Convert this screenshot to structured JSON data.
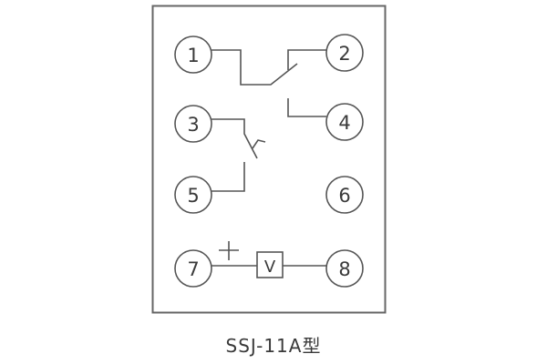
{
  "diagram": {
    "title": "SSJ-11A型",
    "terminals": [
      {
        "id": "1",
        "label": "1"
      },
      {
        "id": "2",
        "label": "2"
      },
      {
        "id": "3",
        "label": "3"
      },
      {
        "id": "4",
        "label": "4"
      },
      {
        "id": "5",
        "label": "5"
      },
      {
        "id": "6",
        "label": "6"
      },
      {
        "id": "7",
        "label": "7"
      },
      {
        "id": "8",
        "label": "8"
      }
    ],
    "components": {
      "voltage_element": "V",
      "polarity_marker": "+"
    },
    "colors": {
      "stroke": "#555555",
      "text": "#3a3a3a",
      "background": "#ffffff"
    }
  }
}
